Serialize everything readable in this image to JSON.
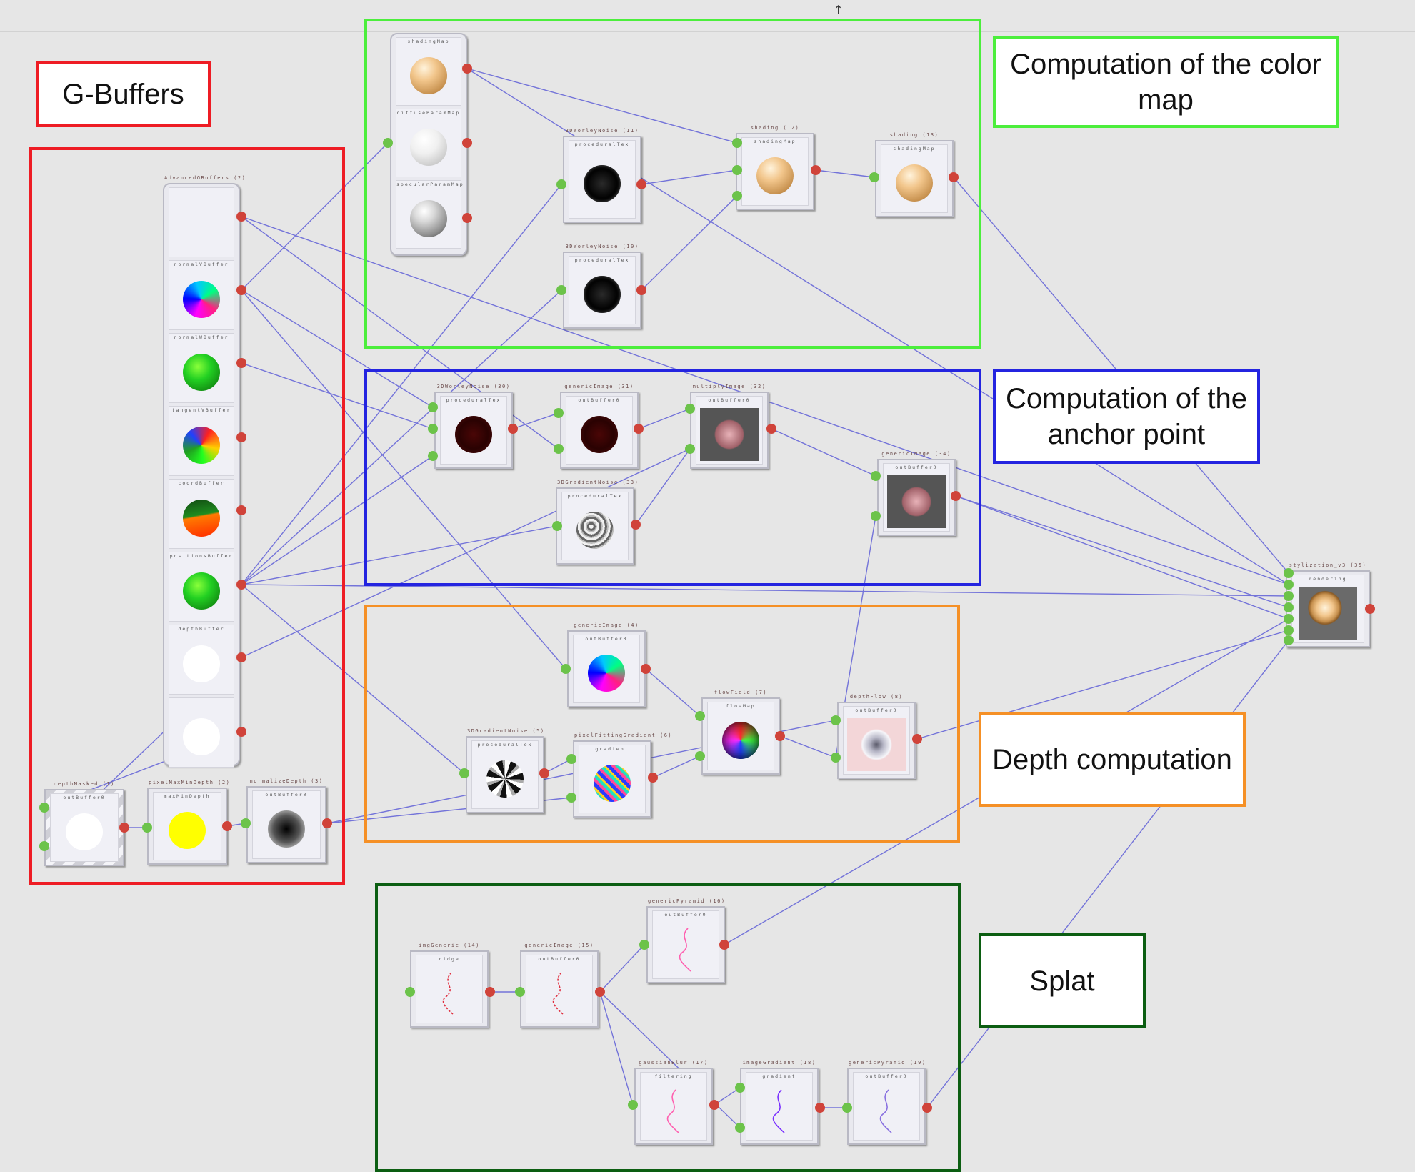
{
  "colors": {
    "gbuffers": "#ee1c24",
    "colormap": "#4cee3c",
    "anchor": "#2424e0",
    "depth": "#f59026",
    "splat": "#0c5e12",
    "wire": "#7373d9",
    "port_in": "#6cc34a",
    "port_out": "#d0433a"
  },
  "labels": {
    "gbuffers": "G-Buffers",
    "colormap": "Computation of the color map",
    "anchor": "Computation of the anchor point",
    "depth": "Depth computation",
    "splat": "Splat"
  },
  "nodes": [
    {
      "id": "shadingMaps",
      "title": "",
      "slots": [
        {
          "label": "shadingMap",
          "thumb": "sphere-peach"
        },
        {
          "label": "diffuseParamMap",
          "thumb": "sphere-white"
        },
        {
          "label": "specularParamMap",
          "thumb": "sphere-silver"
        }
      ]
    },
    {
      "id": "noise11",
      "title": "3DWorleyNoise (11)",
      "slots": [
        {
          "label": "proceduralTex",
          "thumb": "noise-black"
        }
      ]
    },
    {
      "id": "noise10",
      "title": "3DWorleyNoise (10)",
      "slots": [
        {
          "label": "proceduralTex",
          "thumb": "noise-black"
        }
      ]
    },
    {
      "id": "shading12",
      "title": "shading (12)",
      "slots": [
        {
          "label": "shadingMap",
          "thumb": "sphere-peach"
        }
      ]
    },
    {
      "id": "shading13",
      "title": "shading (13)",
      "slots": [
        {
          "label": "shadingMap",
          "thumb": "sphere-peach"
        }
      ]
    },
    {
      "id": "gbuf",
      "title": "AdvancedGBuffers (2)",
      "slots": [
        {
          "label": "",
          "thumb": "none"
        },
        {
          "label": "normalVBuffer",
          "thumb": "sphere-normal"
        },
        {
          "label": "normalWBuffer",
          "thumb": "sphere-green"
        },
        {
          "label": "tangentVBuffer",
          "thumb": "sphere-tangent"
        },
        {
          "label": "coordBuffer",
          "thumb": "sphere-coord"
        },
        {
          "label": "positionsBuffer",
          "thumb": "sphere-green"
        },
        {
          "label": "depthBuffer",
          "thumb": "sphere-white-flat"
        },
        {
          "label": "",
          "thumb": "sphere-white-flat"
        }
      ]
    },
    {
      "id": "worley30",
      "title": "3DWorleyNoise (30)",
      "slots": [
        {
          "label": "proceduralTex",
          "thumb": "sphere-darkred"
        }
      ]
    },
    {
      "id": "gen31",
      "title": "genericImage (31)",
      "slots": [
        {
          "label": "outBuffer0",
          "thumb": "sphere-darkred"
        }
      ]
    },
    {
      "id": "mult32",
      "title": "multiplyImage (32)",
      "slots": [
        {
          "label": "outBuffer0",
          "thumb": "box-pinkrock"
        }
      ]
    },
    {
      "id": "grad33",
      "title": "3DGradientNoise (33)",
      "slots": [
        {
          "label": "proceduralTex",
          "thumb": "sphere-gray-noise"
        }
      ]
    },
    {
      "id": "gen34",
      "title": "genericImage (34)",
      "slots": [
        {
          "label": "outBuffer0",
          "thumb": "box-pinkrock"
        }
      ]
    },
    {
      "id": "styl35",
      "title": "stylization_v3 (35)",
      "slots": [
        {
          "label": "rendering",
          "thumb": "box-peach"
        }
      ]
    },
    {
      "id": "gen4",
      "title": "genericImage (4)",
      "slots": [
        {
          "label": "outBuffer0",
          "thumb": "sphere-normal"
        }
      ]
    },
    {
      "id": "grad5",
      "title": "3DGradientNoise (5)",
      "slots": [
        {
          "label": "proceduralTex",
          "thumb": "sphere-bw-noise"
        }
      ]
    },
    {
      "id": "pix6",
      "title": "pixelFittingGradient (6)",
      "slots": [
        {
          "label": "gradient",
          "thumb": "sphere-rainbow"
        }
      ]
    },
    {
      "id": "flow7",
      "title": "flowField (7)",
      "slots": [
        {
          "label": "flowMap",
          "thumb": "sphere-flow"
        }
      ]
    },
    {
      "id": "dflow8",
      "title": "depthFlow (8)",
      "slots": [
        {
          "label": "outBuffer0",
          "thumb": "box-pink-blob"
        }
      ]
    },
    {
      "id": "dmask1",
      "title": "depthMasked (1)",
      "slots": [
        {
          "label": "outBuffer0",
          "thumb": "sphere-white-flat"
        }
      ]
    },
    {
      "id": "pix2",
      "title": "pixelMaxMinDepth (2)",
      "slots": [
        {
          "label": "maxMinDepth",
          "thumb": "sphere-yellow"
        }
      ]
    },
    {
      "id": "norm3",
      "title": "normalizeDepth (3)",
      "slots": [
        {
          "label": "outBuffer0",
          "thumb": "sphere-radial"
        }
      ]
    },
    {
      "id": "img14",
      "title": "imgGeneric (14)",
      "slots": [
        {
          "label": "ridge",
          "thumb": "stroke-red"
        }
      ]
    },
    {
      "id": "gen15",
      "title": "genericImage (15)",
      "slots": [
        {
          "label": "outBuffer0",
          "thumb": "stroke-red"
        }
      ]
    },
    {
      "id": "pyr16",
      "title": "genericPyramid (16)",
      "slots": [
        {
          "label": "outBuffer0",
          "thumb": "stroke-pink"
        }
      ]
    },
    {
      "id": "blur17",
      "title": "gaussianBlur (17)",
      "slots": [
        {
          "label": "filtering",
          "thumb": "stroke-pink"
        }
      ]
    },
    {
      "id": "igrad18",
      "title": "imageGradient (18)",
      "slots": [
        {
          "label": "gradient",
          "thumb": "stroke-purple"
        }
      ]
    },
    {
      "id": "pyr19",
      "title": "genericPyramid (19)",
      "slots": [
        {
          "label": "outBuffer0",
          "thumb": "stroke-violet"
        }
      ]
    }
  ]
}
